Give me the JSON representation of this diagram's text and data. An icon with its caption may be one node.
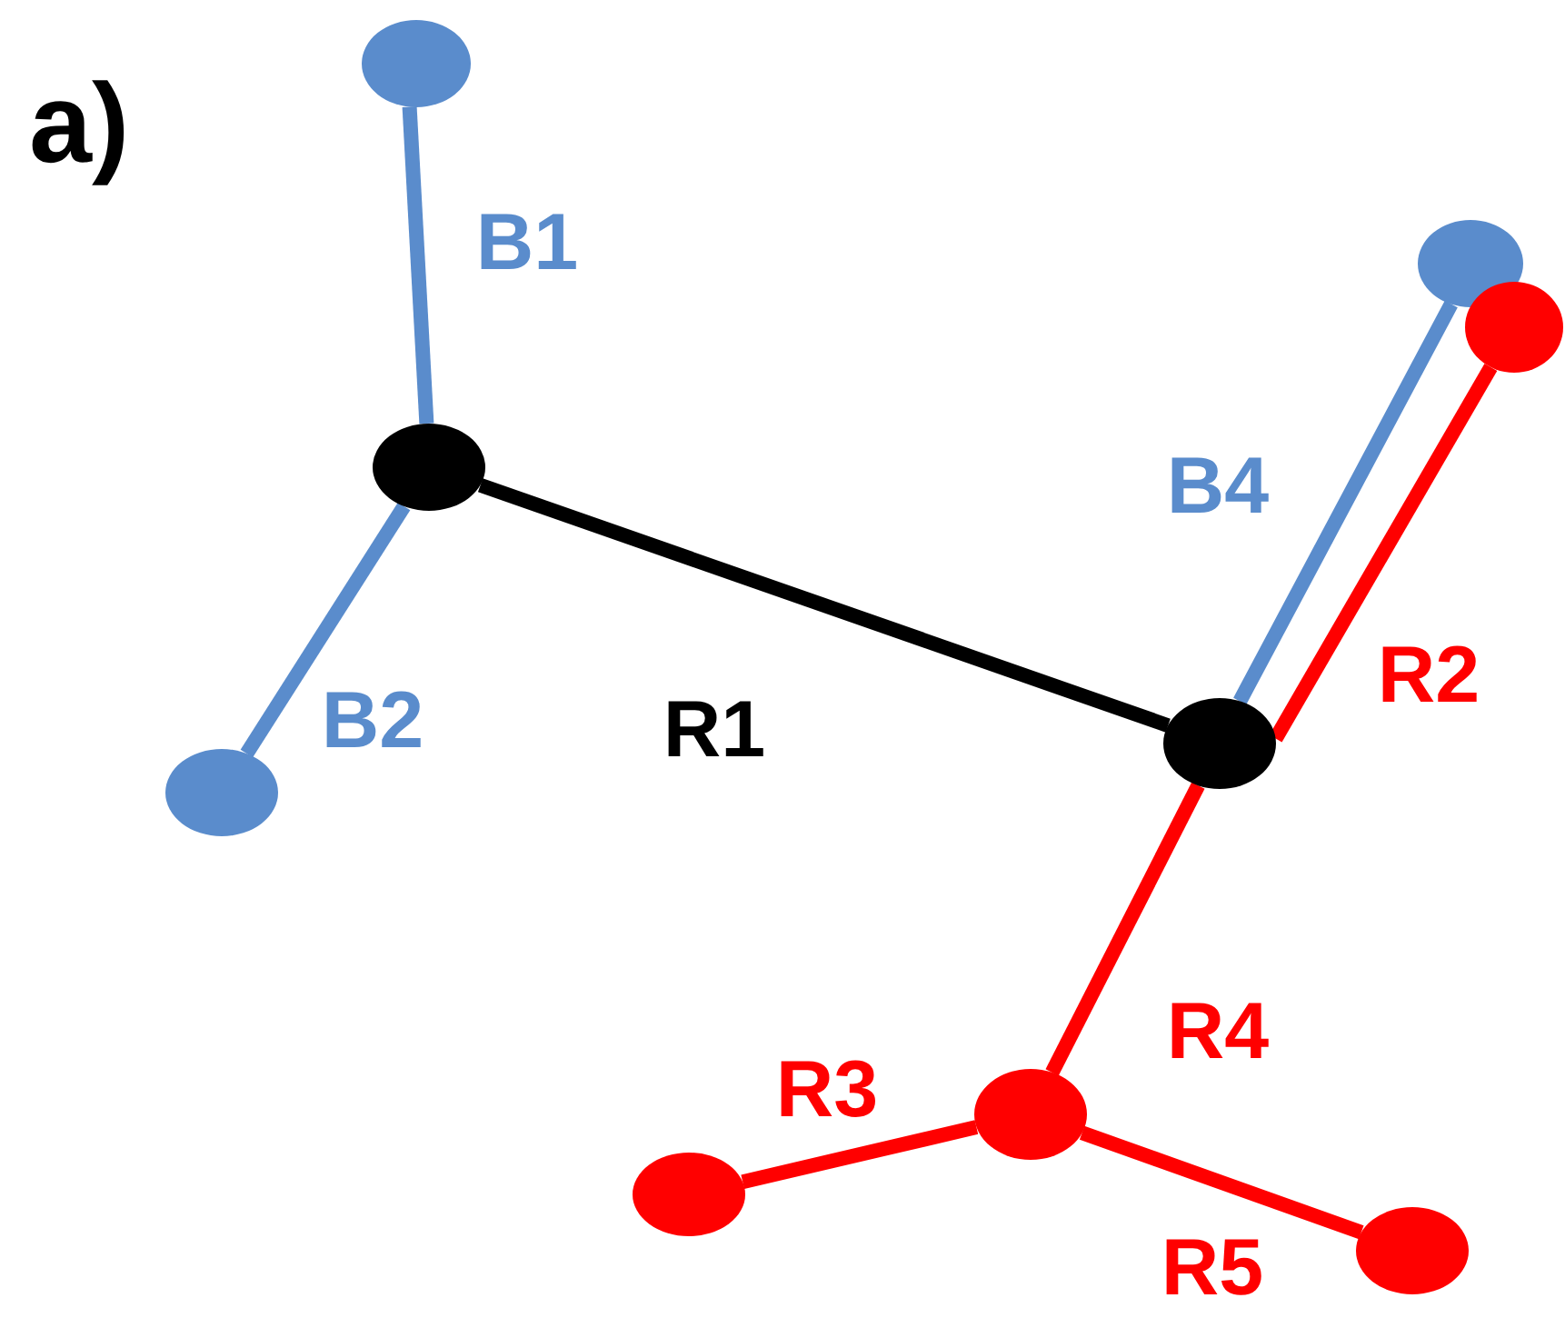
{
  "diagram": {
    "nodes": [
      {
        "text": [],
        "shape": "circle"
      },
      {
        "text": [],
        "shape": "circle"
      },
      {
        "text": [],
        "shape": "circle"
      },
      {
        "text": [],
        "shape": "circle"
      },
      {
        "text": [],
        "shape": "circle"
      },
      {
        "text": [],
        "shape": "circle"
      },
      {
        "text": [],
        "shape": "circle"
      },
      {
        "text": [],
        "shape": "circle"
      },
      {
        "text": [],
        "shape": "circle"
      }
    ],
    "edges": [
      {
        "from": 0,
        "to": 1,
        "arrow": "none",
        "label": "B1",
        "color": "#5a8ccc"
      },
      {
        "from": 1,
        "to": 2,
        "arrow": "none",
        "label": "B2",
        "color": "#5a8ccc"
      },
      {
        "from": 1,
        "to": 3,
        "arrow": "none",
        "label": "R1",
        "color": "#000000"
      },
      {
        "from": 3,
        "to": 4,
        "arrow": "none",
        "label": "B4",
        "color": "#5a8ccc"
      },
      {
        "from": 3,
        "to": 5,
        "arrow": "none",
        "label": "R2",
        "color": "#ff0000"
      },
      {
        "from": 3,
        "to": 6,
        "arrow": "none",
        "label": "R4",
        "color": "#ff0000"
      },
      {
        "from": 6,
        "to": 7,
        "arrow": "none",
        "label": "R3",
        "color": "#ff0000"
      },
      {
        "from": 6,
        "to": 8,
        "arrow": "none",
        "label": "R5",
        "color": "#ff0000"
      }
    ],
    "labels": [
      "a)"
    ]
  }
}
